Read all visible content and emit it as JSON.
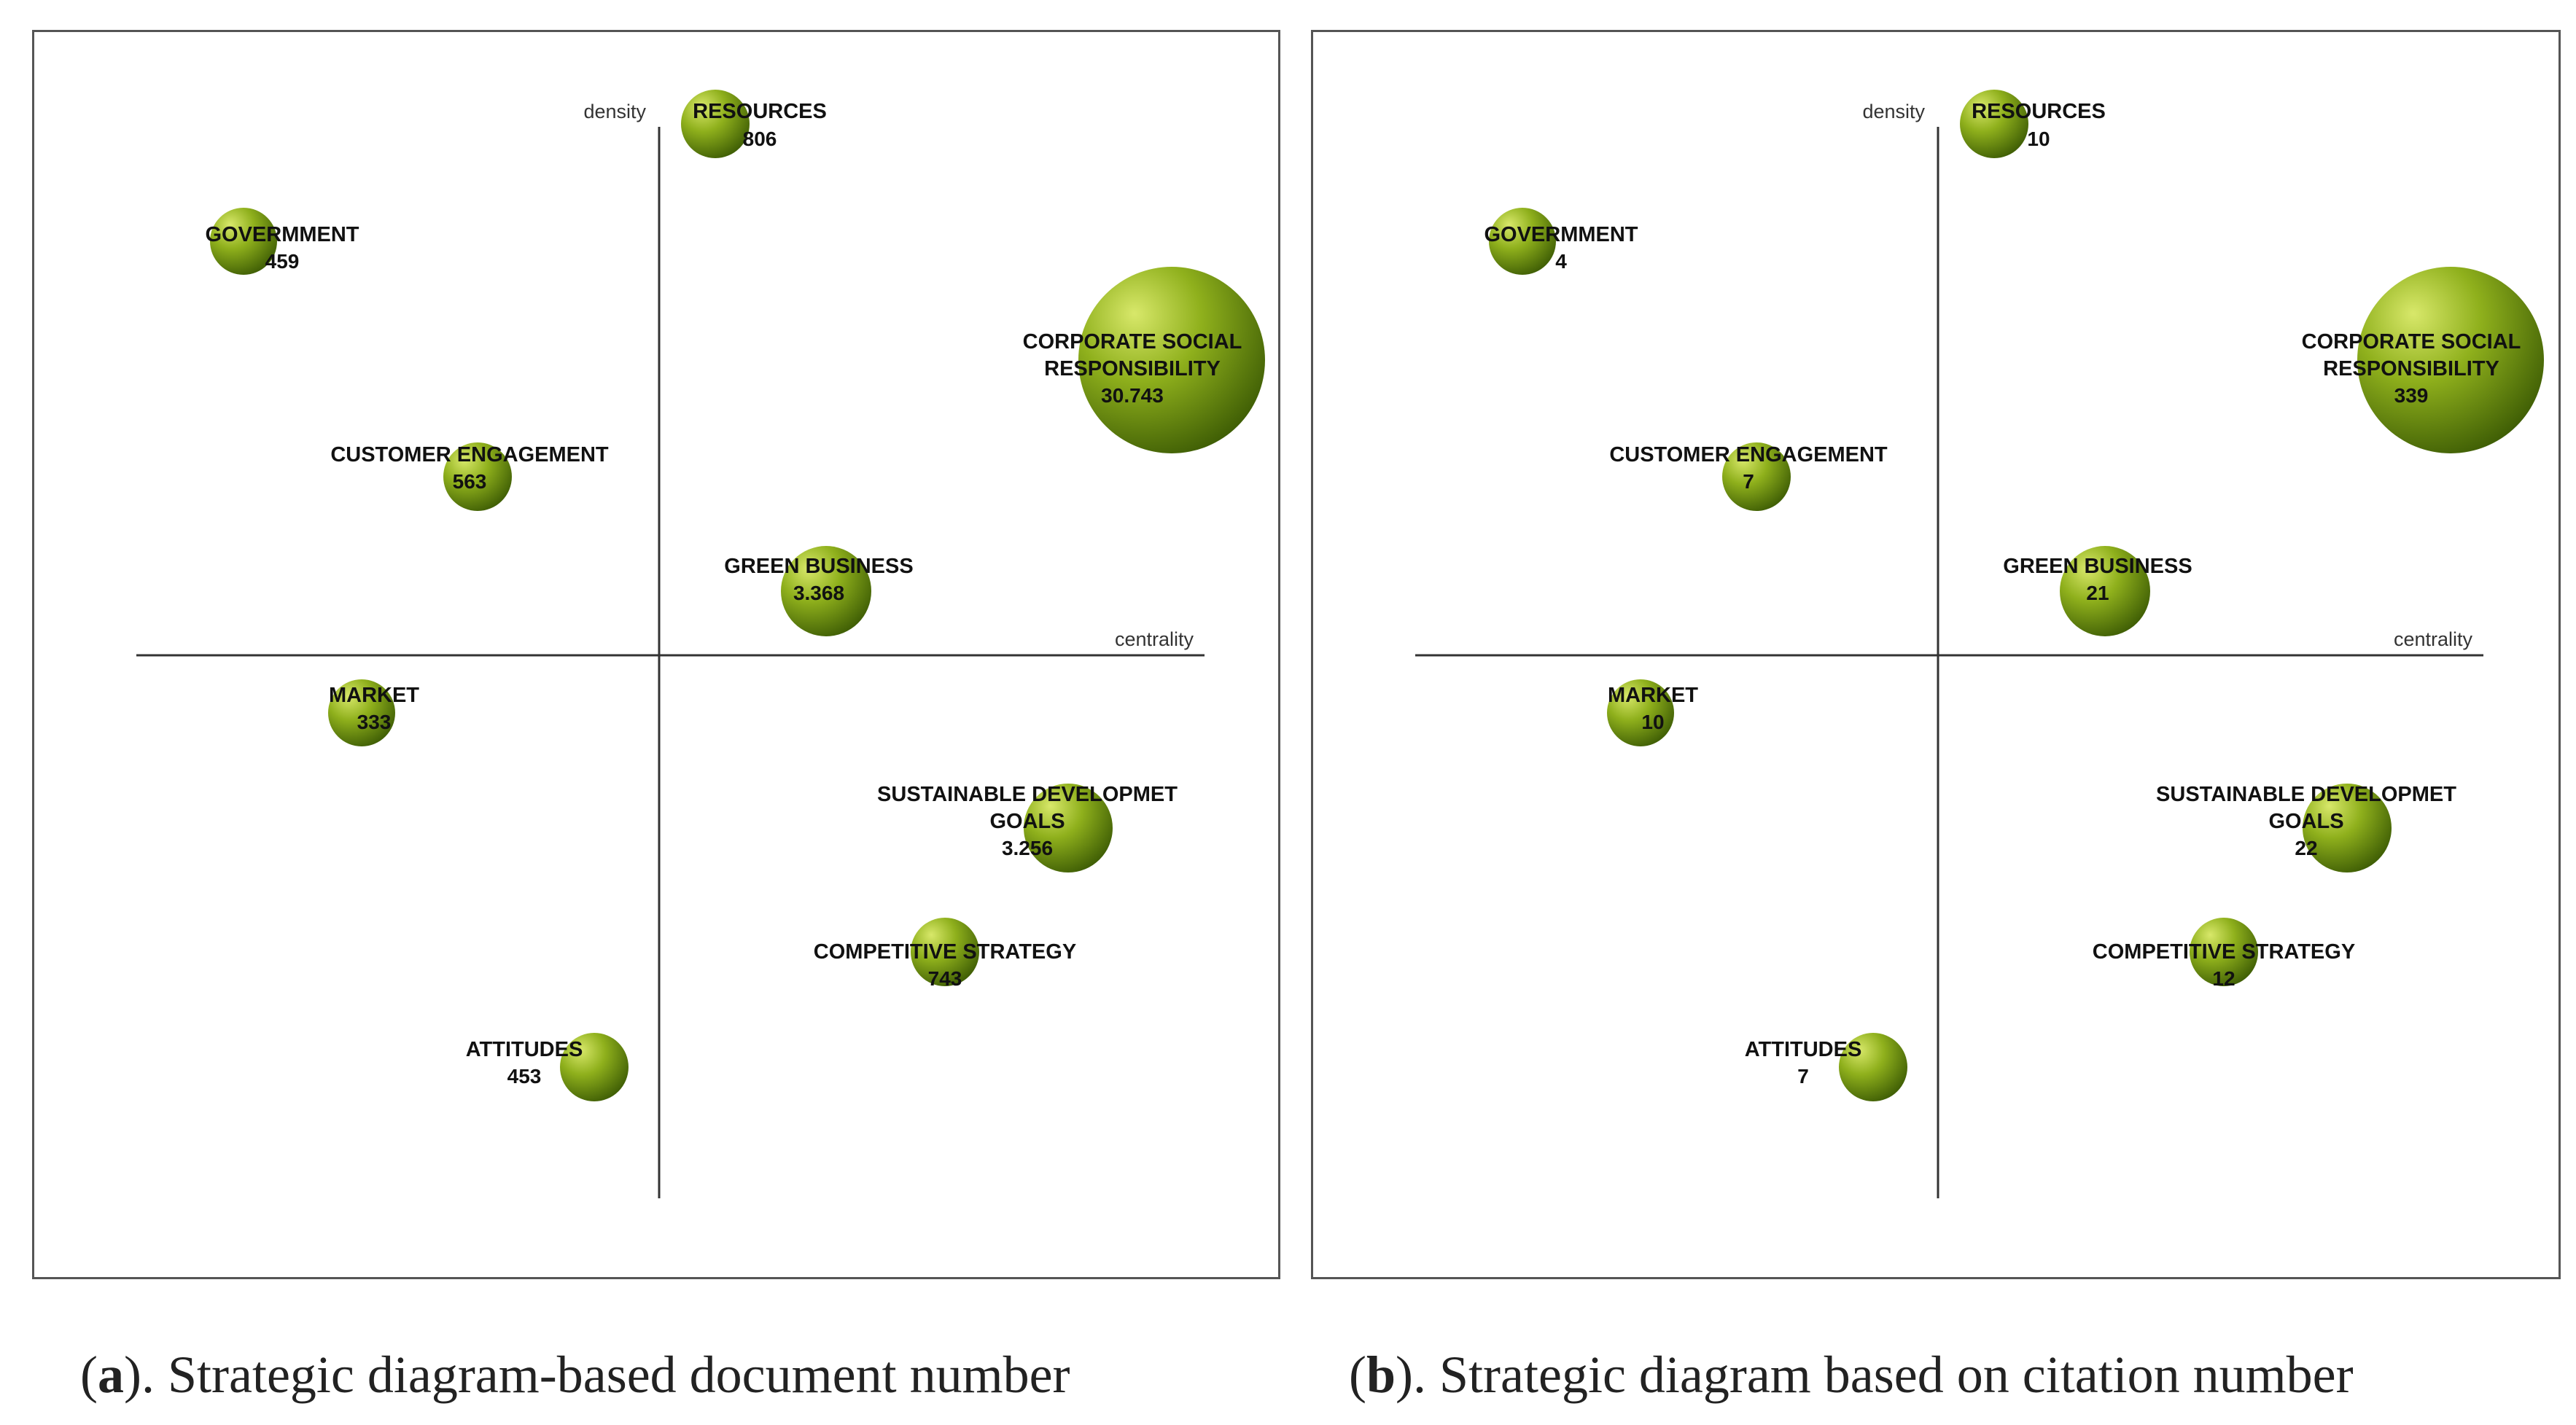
{
  "colors": {
    "bubble_light": "#d8e86a",
    "bubble_mid": "#8fb01c",
    "bubble_dark": "#3f5e05",
    "axis": "#333333",
    "label": "#111111"
  },
  "axes": {
    "x_label": "centrality",
    "y_label": "density"
  },
  "panels": [
    {
      "id": "a",
      "caption_letter": "a",
      "caption_text": "). Strategic diagram-based document number",
      "themes": [
        {
          "key": "resources",
          "name": "RESOURCES",
          "value": "806"
        },
        {
          "key": "government",
          "name": "GOVERMMENT",
          "value": "459"
        },
        {
          "key": "csr",
          "name": "CORPORATE SOCIAL RESPONSIBILITY",
          "name_lines": [
            "CORPORATE SOCIAL",
            "RESPONSIBILITY"
          ],
          "value": "30.743"
        },
        {
          "key": "customer-engagement",
          "name": "CUSTOMER ENGAGEMENT",
          "value": "563"
        },
        {
          "key": "green-business",
          "name": "GREEN BUSINESS",
          "value": "3.368"
        },
        {
          "key": "market",
          "name": "MARKET",
          "value": "333"
        },
        {
          "key": "sdg",
          "name": "SUSTAINABLE DEVELOPMET GOALS",
          "name_lines": [
            "SUSTAINABLE DEVELOPMET",
            "GOALS"
          ],
          "value": "3.256"
        },
        {
          "key": "competitive-strategy",
          "name": "COMPETITIVE STRATEGY",
          "value": "743"
        },
        {
          "key": "attitudes",
          "name": "ATTITUDES",
          "value": "453"
        }
      ]
    },
    {
      "id": "b",
      "caption_letter": "b",
      "caption_text": "). Strategic diagram based on citation number",
      "themes": [
        {
          "key": "resources",
          "name": "RESOURCES",
          "value": "10"
        },
        {
          "key": "government",
          "name": "GOVERMMENT",
          "value": "4"
        },
        {
          "key": "csr",
          "name": "CORPORATE SOCIAL RESPONSIBILITY",
          "name_lines": [
            "CORPORATE SOCIAL",
            "RESPONSIBILITY"
          ],
          "value": "339"
        },
        {
          "key": "customer-engagement",
          "name": "CUSTOMER ENGAGEMENT",
          "value": "7"
        },
        {
          "key": "green-business",
          "name": "GREEN BUSINESS",
          "value": "21"
        },
        {
          "key": "market",
          "name": "MARKET",
          "value": "10"
        },
        {
          "key": "sdg",
          "name": "SUSTAINABLE DEVELOPMET GOALS",
          "name_lines": [
            "SUSTAINABLE DEVELOPMET",
            "GOALS"
          ],
          "value": "22"
        },
        {
          "key": "competitive-strategy",
          "name": "COMPETITIVE STRATEGY",
          "value": "12"
        },
        {
          "key": "attitudes",
          "name": "ATTITUDES",
          "value": "7"
        }
      ]
    }
  ]
}
